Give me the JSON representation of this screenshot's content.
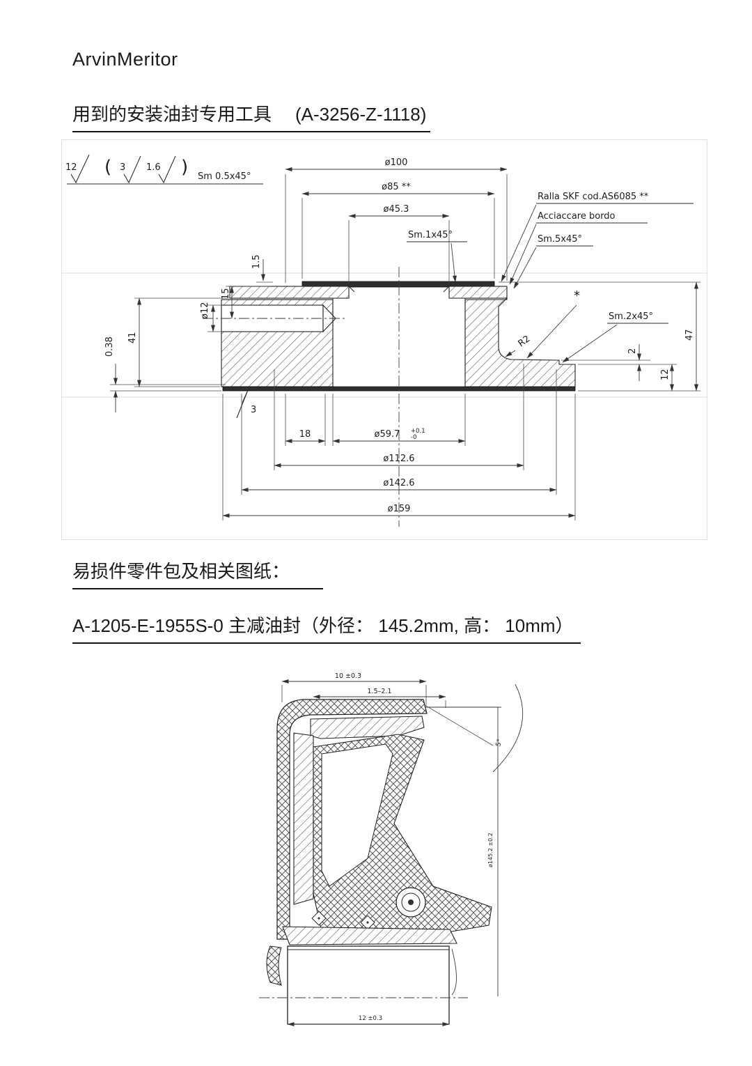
{
  "page": {
    "brand": "ArvinMeritor",
    "heading1_zh": "用到的安装油封专用工具",
    "heading1_code": "(A-3256-Z-1118)",
    "heading2": "易损件零件包及相关图纸：",
    "heading3": "A-1205-E-1955S-0 主减油封（外径：    145.2mm, 高： 10mm）"
  },
  "drawing1": {
    "title": "installation tool cross-section A-3256-Z-1118",
    "surface_note": {
      "r12": "12",
      "paren_open": "(",
      "r3": "3",
      "r16": "1.6",
      "paren_close": ")",
      "chamfer": "Sm 0.5x45°"
    },
    "dims": {
      "d100": "ø100",
      "d85": "ø85 **",
      "d453": "ø45.3",
      "sm1": "Sm.1x45°",
      "ralla": "Ralla SKF cod.AS6085 **",
      "acciaccare": "Acciaccare bordo",
      "sm5": "Sm.5x45°",
      "t15": "1.5",
      "h15": "15",
      "d12": "ø12",
      "h41": "41",
      "t038": "0.38",
      "star": "*",
      "sm2": "Sm.2x45°",
      "r2": "R2",
      "h47": "47",
      "step2": "2",
      "h12": "12",
      "w18": "18",
      "d597": "ø59.7",
      "d597_tol_up": "+0.1",
      "d597_tol_dn": "-0",
      "d1126": "ø112.6",
      "d1426": "ø142.6",
      "d159": "ø159",
      "check3": "3"
    }
  },
  "drawing2": {
    "title": "oil seal A-1205-E-1955S-0 cross-section",
    "dims": {
      "height": "10 ±0.3",
      "lip": "1.5–2.1",
      "angle": "5°",
      "od": "ø145.2 ±0.2",
      "seat": "12 ±0.3"
    }
  }
}
